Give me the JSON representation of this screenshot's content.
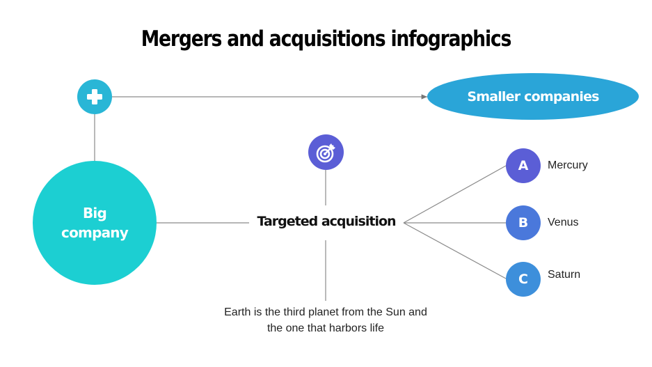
{
  "title": "Mergers and acquisitions infographics",
  "nodes": {
    "add_icon": "plus-icon",
    "target_icon": "target-dart-icon",
    "big_company": {
      "line1": "Big",
      "line2": "company"
    },
    "smaller_companies": "Smaller companies",
    "targeted_acquisition": "Targeted acquisition",
    "description": {
      "line1": "Earth is the third planet from the Sun and",
      "line2": "the one that harbors life"
    }
  },
  "options": [
    {
      "letter": "A",
      "label": "Mercury",
      "color": "#5b5ed6"
    },
    {
      "letter": "B",
      "label": "Venus",
      "color": "#4a78db"
    },
    {
      "letter": "C",
      "label": "Saturn",
      "color": "#3d8fdb"
    }
  ],
  "colors": {
    "teal": "#1ccfd2",
    "cyan": "#29b6d6",
    "blue": "#2aa5d8",
    "purple": "#5b5ed6",
    "line": "#8a8a8a"
  }
}
